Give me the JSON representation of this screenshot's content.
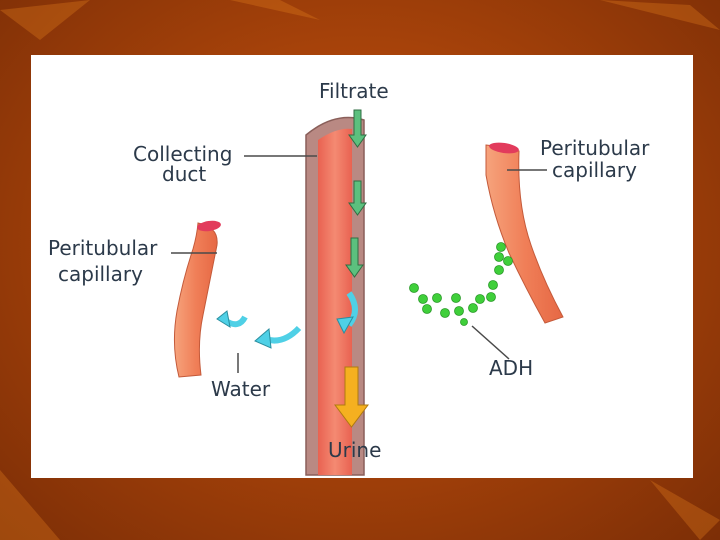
{
  "diagram": {
    "labels": {
      "filtrate": "Filtrate",
      "collecting_duct_1": "Collecting",
      "collecting_duct_2": "duct",
      "peritubular_left_1": "Peritubular",
      "peritubular_left_2": "capillary",
      "peritubular_right_1": "Peritubular",
      "peritubular_right_2": "capillary",
      "water": "Water",
      "adh": "ADH",
      "urine": "Urine"
    },
    "colors": {
      "duct_wall": "#b98983",
      "duct_lumen": "#ee7560",
      "capillary": "#f07f58",
      "capillary_end": "#e23b5c",
      "green_arrow": "#5cc07e",
      "water_arrow": "#4fd0e6",
      "urine_arrow": "#f5b020",
      "adh_dot": "#3fcf3a",
      "label_text": "#2c3a4a",
      "slide_background": "#a8430a"
    }
  }
}
